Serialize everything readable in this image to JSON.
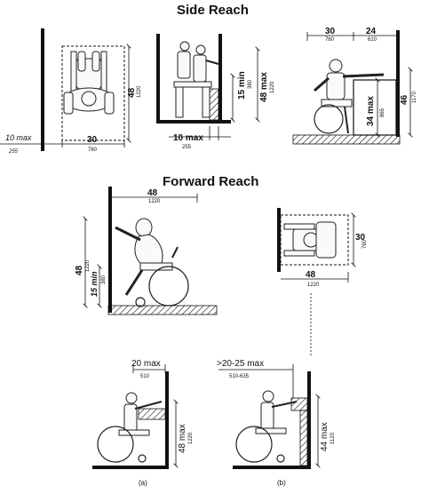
{
  "headings": {
    "side": "Side Reach",
    "forward": "Forward Reach"
  },
  "side": {
    "plan": {
      "max_label": "10 max",
      "max_metric": "255",
      "w_label": "30",
      "w_metric": "760",
      "h_label": "48",
      "h_metric": "1220"
    },
    "elev1": {
      "min_label": "15 min",
      "min_metric": "380",
      "max_label": "48 max",
      "max_metric": "1220",
      "depth_label": "10 max",
      "depth_metric": "255"
    },
    "elev2": {
      "a_label": "30",
      "a_metric": "760",
      "b_label": "24",
      "b_metric": "610",
      "c_label": "34 max",
      "c_metric": "865",
      "d_label": "46",
      "d_metric": "1170"
    }
  },
  "forward": {
    "elev": {
      "w_label": "48",
      "w_metric": "1220",
      "h_label": "48",
      "h_metric": "1220",
      "min_label": "15 min",
      "min_metric": "380"
    },
    "plan": {
      "side_label": "30",
      "side_metric": "760",
      "w_label": "48",
      "w_metric": "1220"
    },
    "a": {
      "top_label": "20 max",
      "top_metric": "510",
      "h_label": "48 max",
      "h_metric": "1220",
      "caption": "(a)"
    },
    "b": {
      "top_label": ">20-25 max",
      "top_metric": "510-635",
      "h_label": "44 max",
      "h_metric": "1120",
      "caption": "(b)"
    }
  }
}
